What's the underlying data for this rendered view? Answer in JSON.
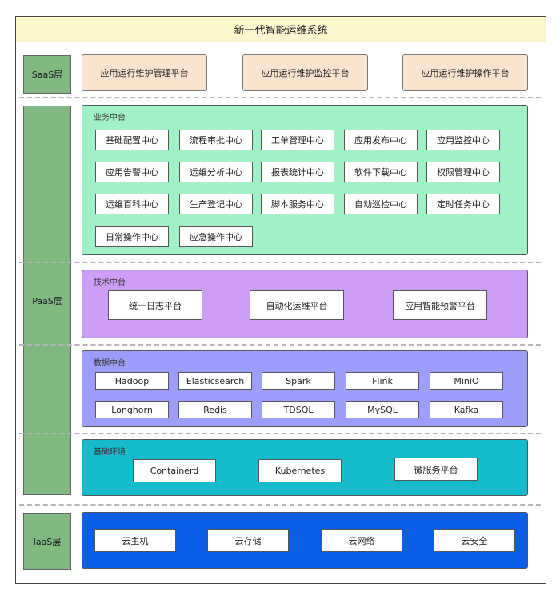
{
  "title": "新一代智能运维系统",
  "layers": {
    "saas": "SaaS层",
    "paas": "PaaS层",
    "iaas": "IaaS层"
  },
  "saas_platforms": [
    "应用运行维护管理平台",
    "应用运行维护监控平台",
    "应用运行维护操作平台"
  ],
  "business": {
    "title": "业务中台",
    "items": [
      "基础配置中心",
      "流程审批中心",
      "工单管理中心",
      "应用发布中心",
      "应用监控中心",
      "应用告警中心",
      "运维分析中心",
      "报表统计中心",
      "软件下载中心",
      "权限管理中心",
      "运维百科中心",
      "生产登记中心",
      "脚本服务中心",
      "自动巡检中心",
      "定时任务中心",
      "日常操作中心",
      "应急操作中心"
    ]
  },
  "technology": {
    "title": "技术中台",
    "items": [
      "统一日志平台",
      "自动化运维平台",
      "应用智能预警平台"
    ]
  },
  "data": {
    "title": "数据中台",
    "items": [
      "Hadoop",
      "Elasticsearch",
      "Spark",
      "Flink",
      "MiniO",
      "Longhorn",
      "Redis",
      "TDSQL",
      "MySQL",
      "Kafka"
    ]
  },
  "environment": {
    "title": "基础环境",
    "items": [
      "Containerd",
      "Kubernetes",
      "微服务平台"
    ]
  },
  "iaas_items": [
    "云主机",
    "云存储",
    "云网络",
    "云安全"
  ],
  "colors": {
    "title_bg": "#fbf6cd",
    "layer_label": "#82b882",
    "saas_box": "#fae3cf",
    "business": "#a0f2c6",
    "technology": "#cc9ef8",
    "data": "#9d9dfb",
    "environment": "#16bccb",
    "iaas": "#0b5ee6"
  }
}
